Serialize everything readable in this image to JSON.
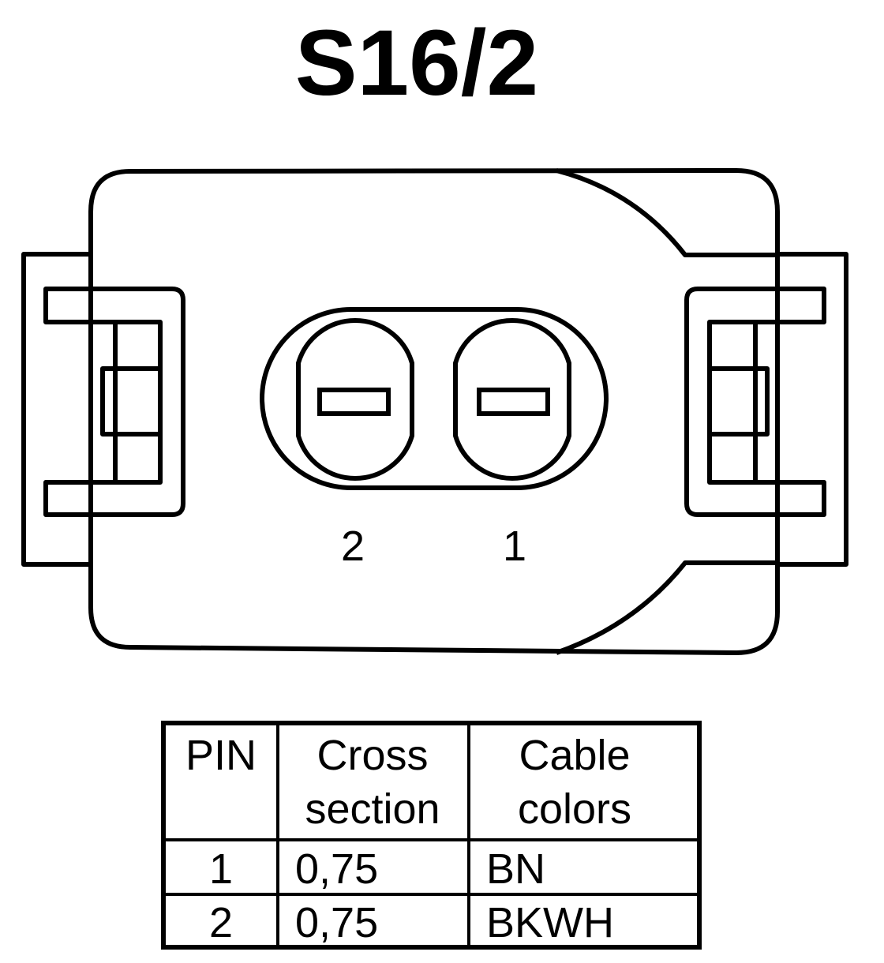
{
  "title": "S16/2",
  "connector": {
    "pin_labels": [
      "2",
      "1"
    ]
  },
  "table": {
    "headers": [
      [
        "PIN"
      ],
      [
        "Cross",
        "section"
      ],
      [
        "Cable",
        "colors"
      ]
    ],
    "rows": [
      {
        "pin": "1",
        "cross_section": "0,75",
        "color": "BN"
      },
      {
        "pin": "2",
        "cross_section": "0,75",
        "color": "BKWH"
      }
    ]
  }
}
